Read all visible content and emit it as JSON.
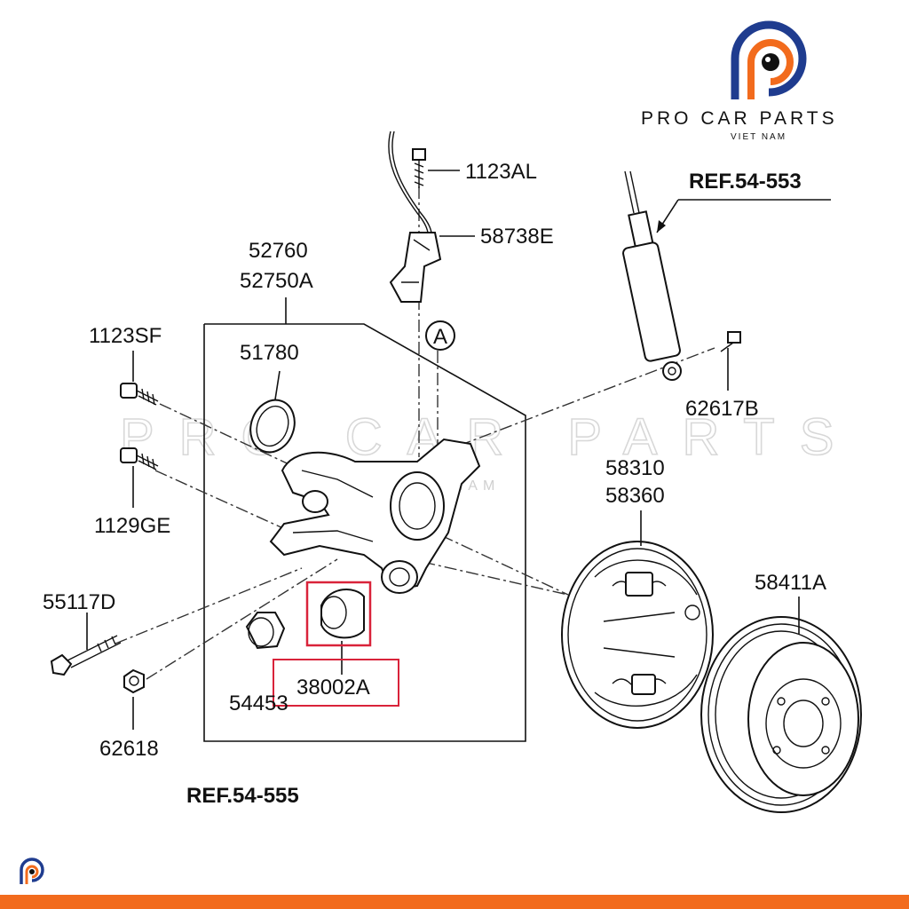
{
  "brand": {
    "name": "PRO CAR PARTS",
    "subtitle": "VIET NAM",
    "watermark": "PRO CAR PARTS",
    "watermark_sub": "VIET NAM",
    "colors": {
      "blue": "#1f3c8f",
      "orange": "#f26b1d"
    },
    "logo_icon": "pcp-logo-icon"
  },
  "labels": {
    "p1123al": "1123AL",
    "p58738e": "58738E",
    "ref_top": "REF.54-553",
    "p52760": "52760",
    "p52750a": "52750A",
    "p1123sf": "1123SF",
    "p51780": "51780",
    "callout_a": "A",
    "p62617b": "62617B",
    "p58310": "58310",
    "p58360": "58360",
    "p1129ge": "1129GE",
    "p58411a": "58411A",
    "p55117d": "55117D",
    "p38002a": "38002A",
    "p54453": "54453",
    "p62618": "62618",
    "ref_bottom": "REF.54-555"
  },
  "highlight_color": "#d9233a"
}
